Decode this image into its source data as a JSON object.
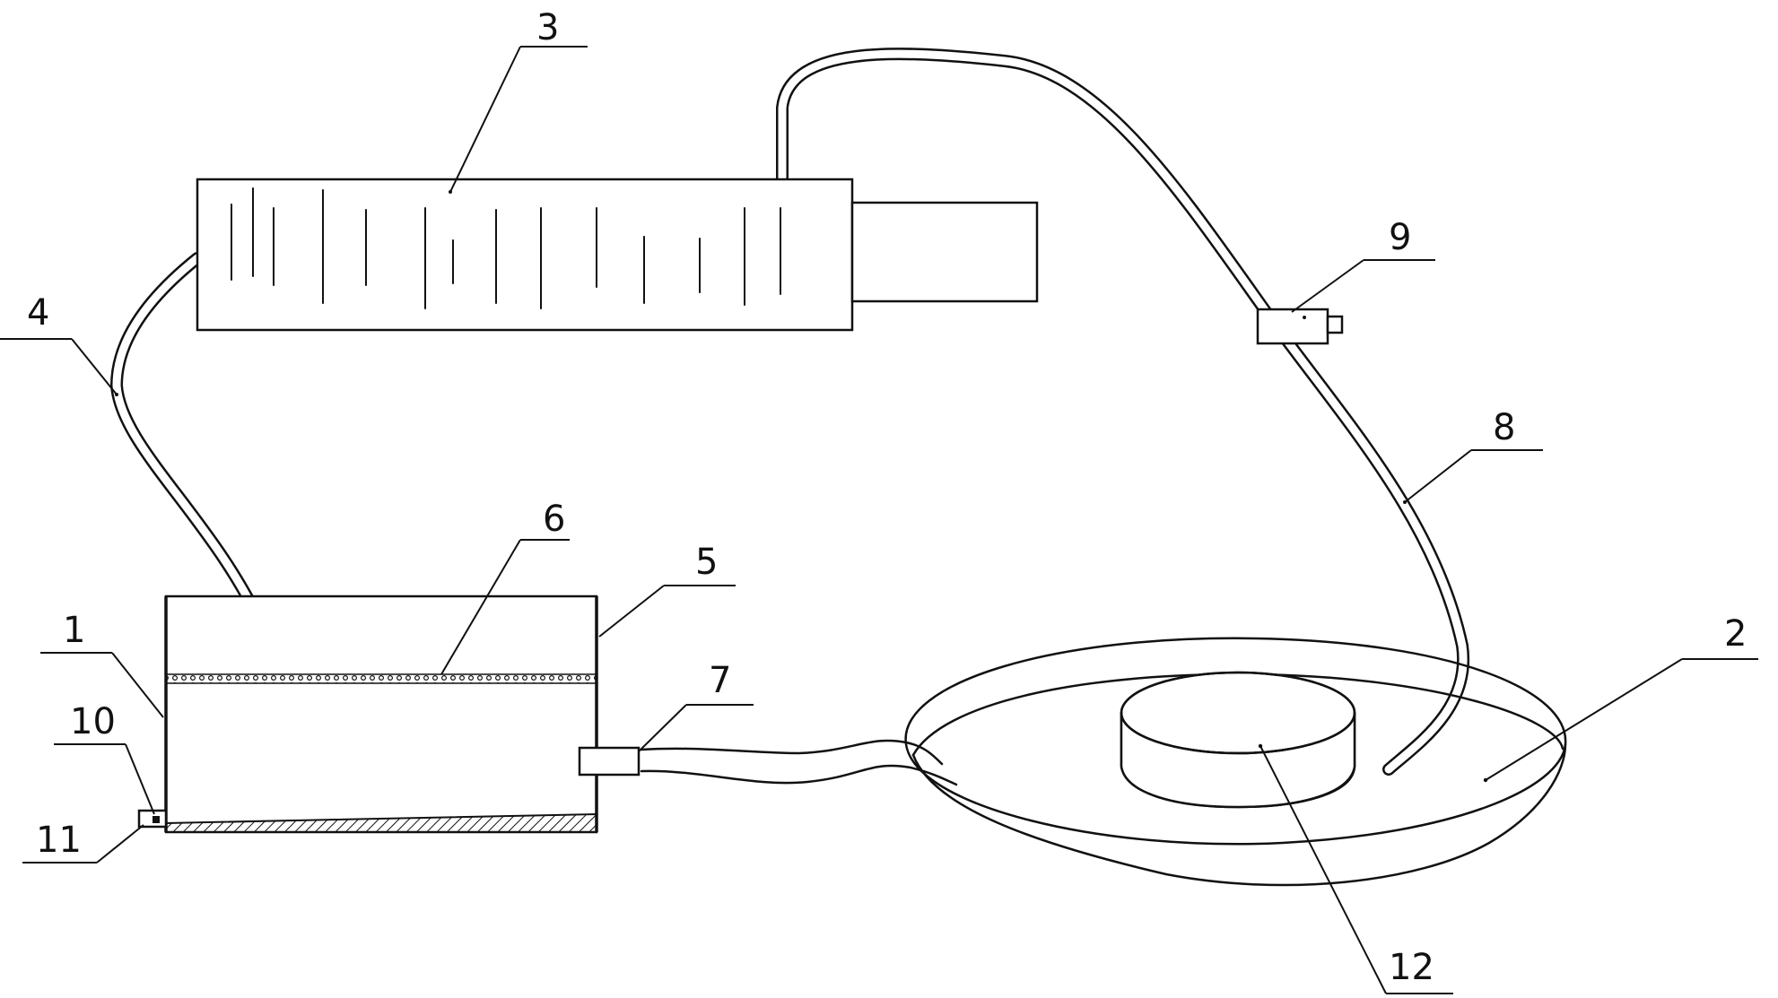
{
  "figure": {
    "ref_labels": {
      "r1": "1",
      "r2": "2",
      "r3": "3",
      "r4": "4",
      "r5": "5",
      "r6": "6",
      "r7": "7",
      "r8": "8",
      "r9": "9",
      "r10": "10",
      "r11": "11",
      "r12": "12"
    },
    "colors": {
      "line": "#111111",
      "background": "#ffffff"
    }
  }
}
